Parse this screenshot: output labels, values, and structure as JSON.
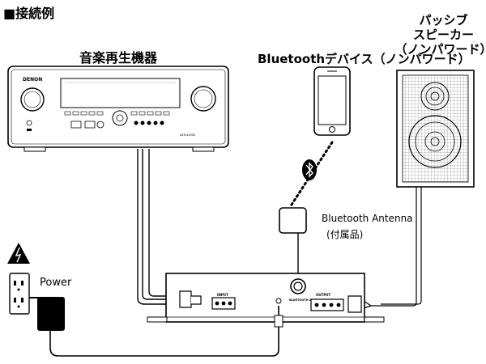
{
  "title": "■接続例",
  "receiver": {
    "label": "音楽再生機器",
    "brand": "DENON",
    "model": "AVR-X4000"
  },
  "bluetooth_device": {
    "label": "Bluetoothデバイス（ノンパワード）"
  },
  "speaker": {
    "label_line1": "パッシブ",
    "label_line2": "スピーカー",
    "label_line3": "（ノンパワード）"
  },
  "antenna": {
    "label_line1": "Bluetooth Antenna",
    "label_line2": "(付属品)"
  },
  "power": {
    "label": "Power"
  },
  "amp": {
    "input_label": "INPUT",
    "bt_antenna_label": "BLUETOOTH ANTENNA",
    "output_label": "OUTPUT"
  },
  "colors": {
    "line": "#000000",
    "grid": "#555555"
  }
}
